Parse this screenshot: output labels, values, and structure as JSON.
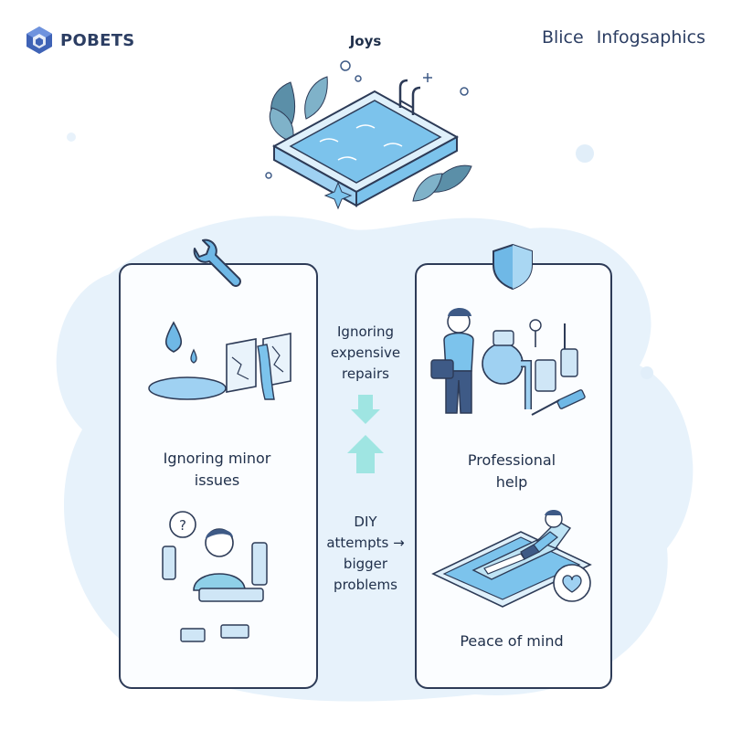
{
  "header": {
    "brand": "POBETS",
    "center_title": "Joys",
    "right_items": [
      "Blice",
      "Infogsaphics"
    ]
  },
  "left_panel": {
    "caption": "Ignoring minor\nissues",
    "top_icon": "wrench-icon"
  },
  "right_panel": {
    "caption_top": "Professional\nhelp",
    "caption_bottom": "Peace of mind",
    "top_icon": "shield-icon"
  },
  "middle": {
    "text_top": "Ignoring\nexpensive\nrepairs",
    "text_bottom": "DIY\nattempts →\nbigger\nproblems"
  },
  "colors": {
    "navy": "#2d3b57",
    "light_blue": "#d9ecf9",
    "water": "#7cc3ec",
    "teal_arrow": "#9fe5e2",
    "leaf": "#5b8fa8"
  }
}
